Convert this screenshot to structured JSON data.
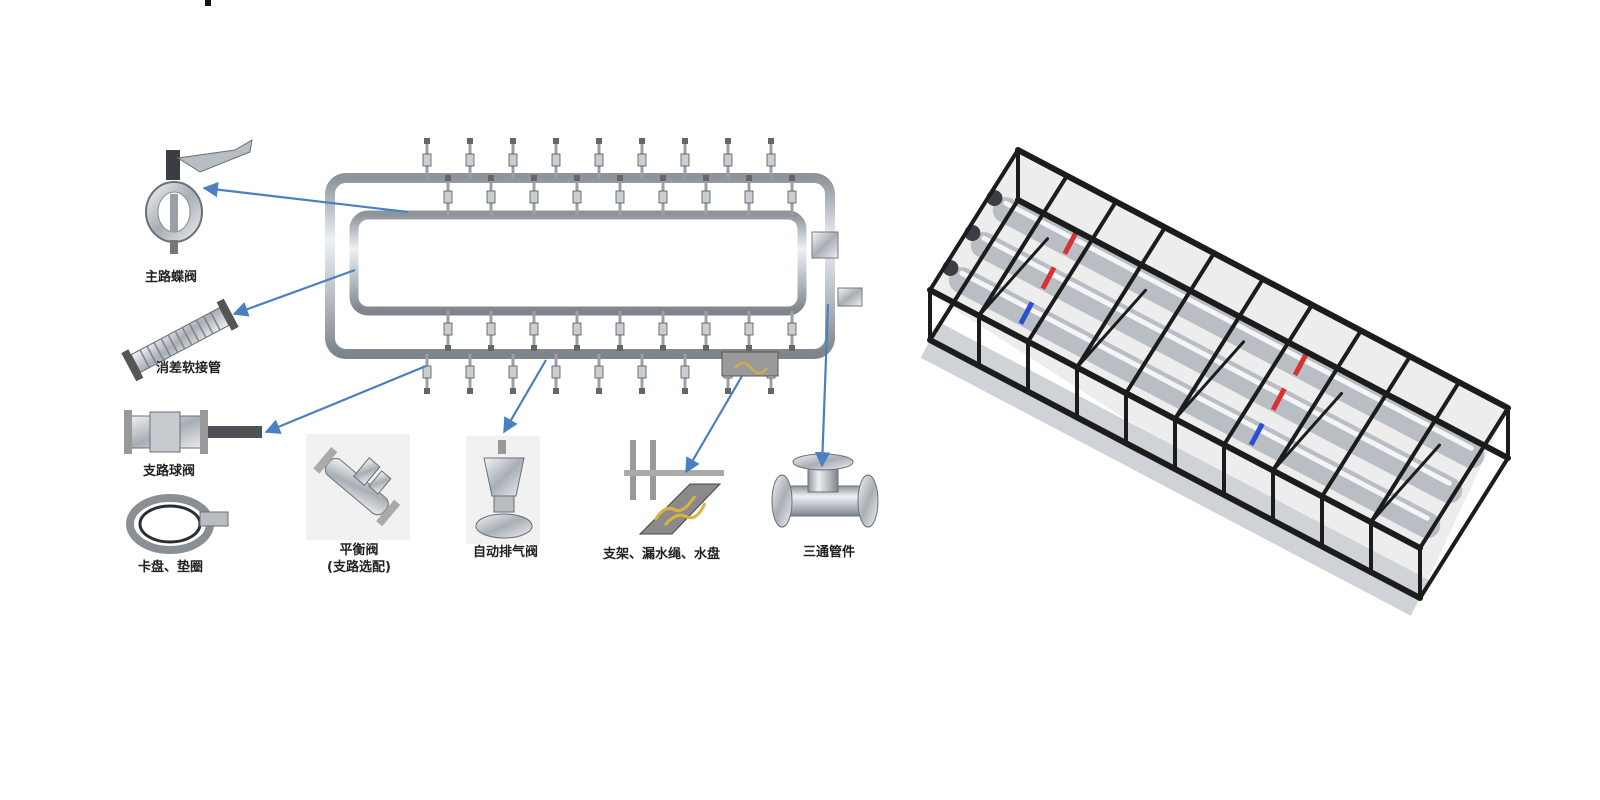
{
  "labels": {
    "main_butterfly_valve": "主路蝶阀",
    "flexible_connector": "消差软接管",
    "branch_ball_valve": "支路球阀",
    "clamp_gasket": "卡盘、垫圈",
    "balance_valve": "平衡阀",
    "balance_valve_note": "(支路选配)",
    "auto_air_vent": "自动排气阀",
    "bracket_drip": "支架、漏水绳、水盘",
    "tee_fitting": "三通管件"
  },
  "colors": {
    "arrow": "#4a7fc1",
    "pipe": "#b9bec4",
    "frame": "#1c1c1c",
    "marker_red": "#d93030",
    "marker_blue": "#2a4fd1"
  }
}
